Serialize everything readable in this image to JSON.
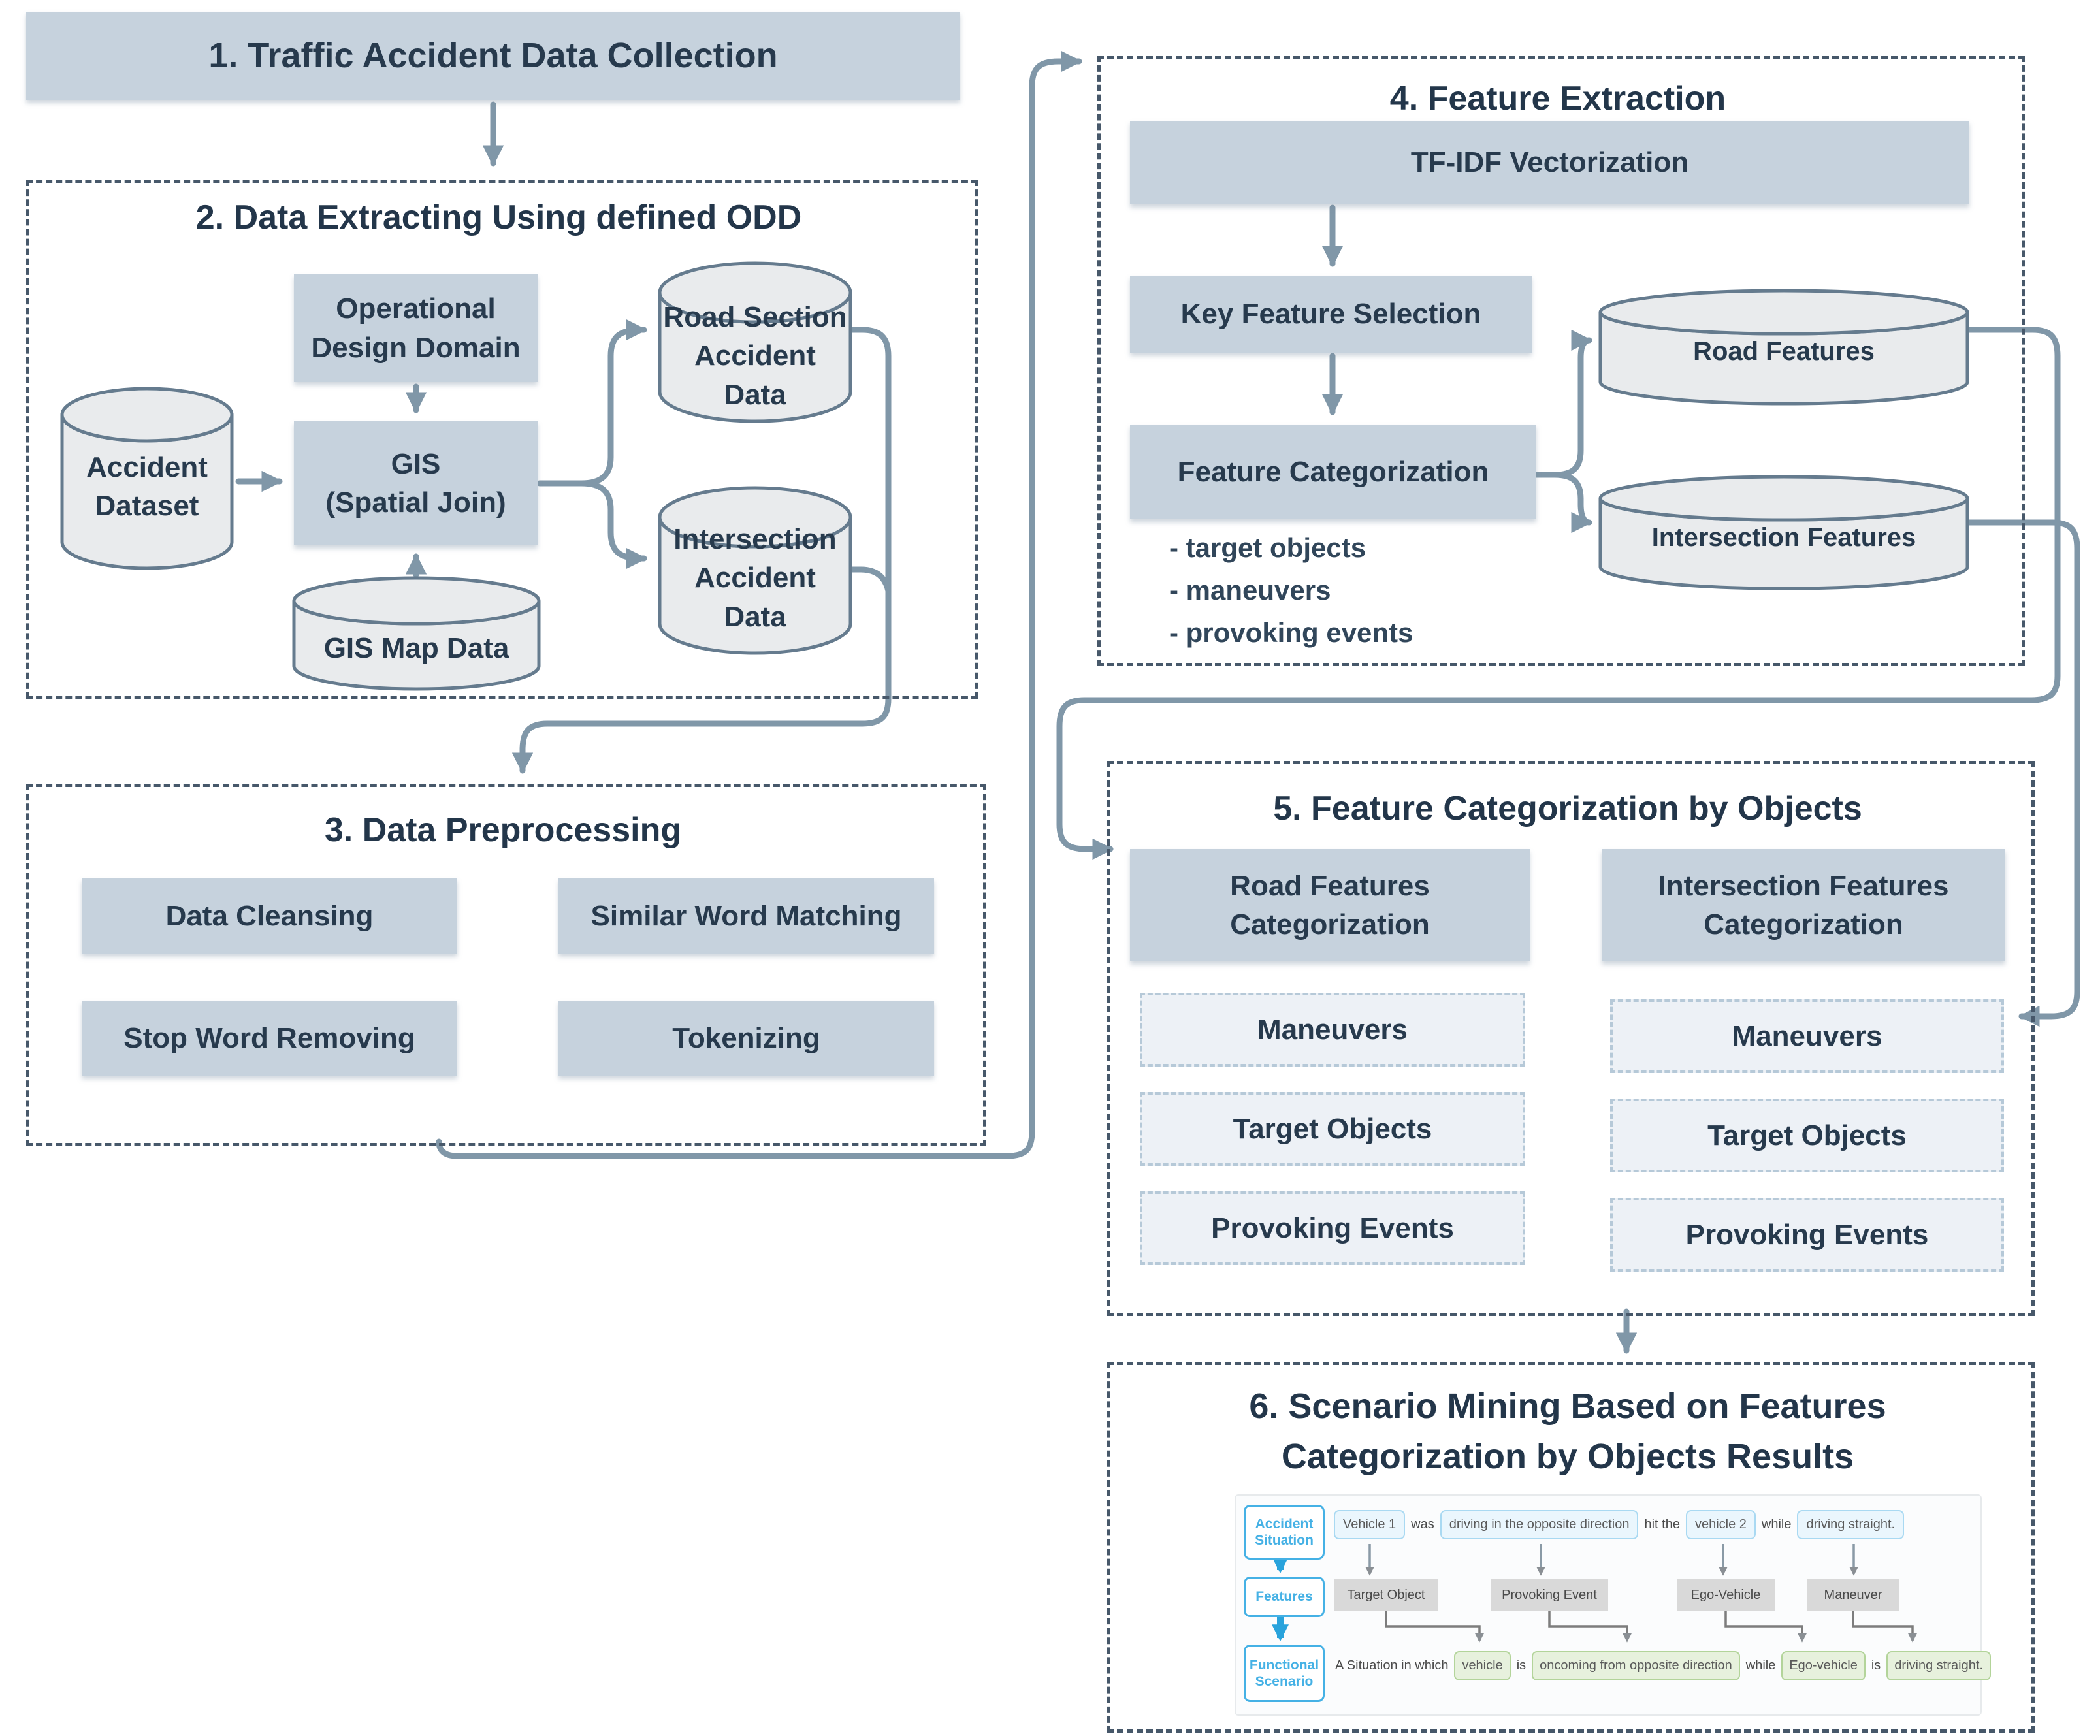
{
  "colors": {
    "box_fill": "#c6d2dd",
    "navy_text": "#273a4d",
    "connector": "#8097a8",
    "cylinder_fill": "#e9ebed",
    "cylinder_stroke": "#657b8e",
    "dashed_border": "#47586a",
    "mini_blue_accent": "#45b1e5",
    "mini_blue_token_bg": "#eaf6fd",
    "mini_green_token_bg": "#e7f1dd",
    "mini_gray_box": "#d9d9d9"
  },
  "s1": {
    "title": "1. Traffic Accident Data Collection"
  },
  "s2": {
    "title": "2. Data Extracting Using defined ODD",
    "accident_dataset": "Accident\nDataset",
    "odd": "Operational\nDesign Domain",
    "gis": "GIS\n(Spatial Join)",
    "gis_map": "GIS Map Data",
    "road_section": "Road Section\nAccident Data",
    "intersection": "Intersection\nAccident Data"
  },
  "s3": {
    "title": "3. Data Preprocessing",
    "boxes": [
      "Data Cleansing",
      "Similar Word Matching",
      "Stop Word Removing",
      "Tokenizing"
    ]
  },
  "s4": {
    "title": "4. Feature Extraction",
    "tfidf": "TF-IDF Vectorization",
    "key_feature": "Key Feature Selection",
    "feature_cat": "Feature Categorization",
    "bullets": [
      "- target objects",
      "- maneuvers",
      "- provoking events"
    ],
    "road_features": "Road Features",
    "intersection_features": "Intersection Features"
  },
  "s5": {
    "title": "5. Feature Categorization by Objects",
    "road_cat": "Road Features\nCategorization",
    "intersection_cat": "Intersection Features\nCategorization",
    "left_items": [
      "Maneuvers",
      "Target Objects",
      "Provoking Events"
    ],
    "right_items": [
      "Maneuvers",
      "Target Objects",
      "Provoking Events"
    ]
  },
  "s6": {
    "title_line1": "6. Scenario Mining Based on  Features",
    "title_line2": "Categorization by Objects Results",
    "mini": {
      "side_labels": [
        "Accident\nSituation",
        "Features",
        "Functional\nScenario"
      ],
      "accident_tokens": [
        {
          "t": "Vehicle 1",
          "hl": true
        },
        {
          "t": "was",
          "hl": false
        },
        {
          "t": "driving in the opposite direction",
          "hl": true
        },
        {
          "t": "hit the",
          "hl": false
        },
        {
          "t": "vehicle 2",
          "hl": true
        },
        {
          "t": "while",
          "hl": false
        },
        {
          "t": "driving straight.",
          "hl": true
        }
      ],
      "feature_boxes": [
        "Target Object",
        "Provoking Event",
        "Ego-Vehicle",
        "Maneuver"
      ],
      "scenario_tokens": [
        {
          "t": "A Situation in which",
          "hl": false
        },
        {
          "t": "vehicle",
          "hl": true
        },
        {
          "t": "is",
          "hl": false
        },
        {
          "t": "oncoming from opposite direction",
          "hl": true
        },
        {
          "t": "while",
          "hl": false
        },
        {
          "t": "Ego-vehicle",
          "hl": true
        },
        {
          "t": "is",
          "hl": false
        },
        {
          "t": "driving straight.",
          "hl": true
        }
      ]
    }
  }
}
